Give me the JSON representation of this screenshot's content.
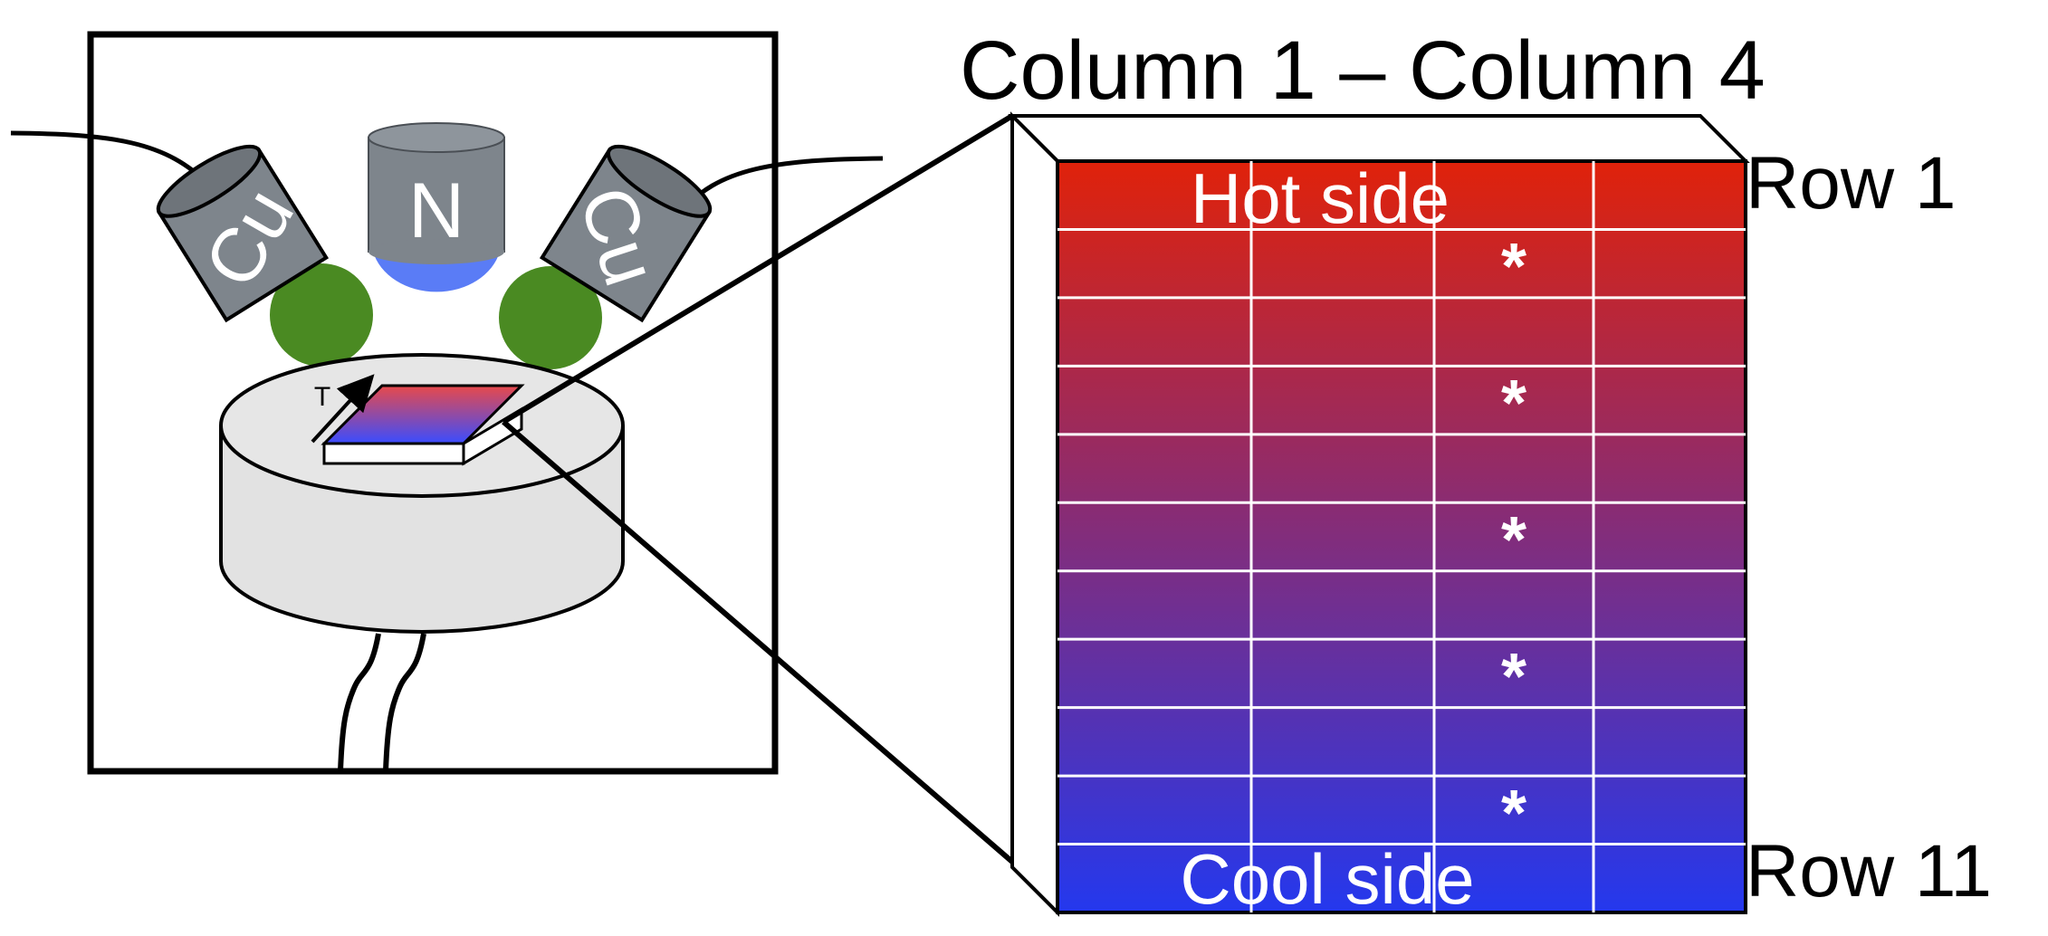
{
  "header": {
    "columns_label": "Column 1 – Column 4"
  },
  "rows": {
    "first_label": "Row 1",
    "last_label": "Row 11"
  },
  "grid": {
    "hot_label": "Hot side",
    "cool_label": "Cool side",
    "star_mark": "*",
    "hot_color": "#e0220a",
    "cool_color": "#2438ee",
    "row_count": 11,
    "column_count": 4
  },
  "apparatus": {
    "left_probe_label": "Cu",
    "center_probe_label": "N",
    "right_probe_label": "Cu",
    "gradient_arrow_label": "T",
    "probe_color": "#7e858c",
    "nozzle_color": "#5a7cf6",
    "contact_color": "#4a8a22",
    "stage_color": "#e2e2e2"
  }
}
